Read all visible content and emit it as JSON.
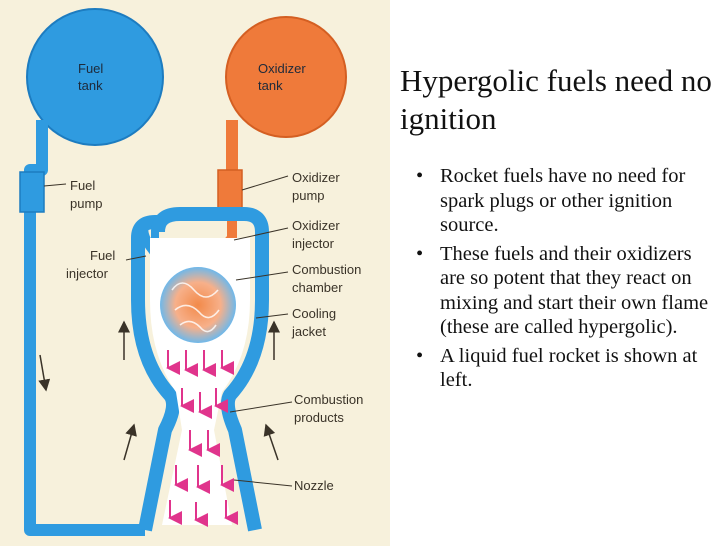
{
  "slide": {
    "title": "Hypergolic fuels need no ignition",
    "bullets": [
      "Rocket fuels have no need for spark plugs or other ignition source.",
      "These fuels and their oxidizers are so potent that they react on mixing and start their own flame (these are called hypergolic).",
      "A liquid fuel rocket is shown at left."
    ]
  },
  "diagram": {
    "fuel_tank": [
      "Fuel",
      "tank"
    ],
    "oxidizer_tank": [
      "Oxidizer",
      "tank"
    ],
    "fuel_pump": [
      "Fuel",
      "pump"
    ],
    "fuel_injector": [
      "Fuel",
      "injector"
    ],
    "oxidizer_pump": [
      "Oxidizer",
      "pump"
    ],
    "oxidizer_injector": [
      "Oxidizer",
      "injector"
    ],
    "combustion_chamber": [
      "Combustion",
      "chamber"
    ],
    "cooling_jacket": [
      "Cooling",
      "jacket"
    ],
    "combustion_products": [
      "Combustion",
      "products"
    ],
    "nozzle": "Nozzle"
  },
  "colors": {
    "fuel": "#2f9be0",
    "oxidizer": "#ef7a3a",
    "background": "#f7f1dc",
    "exhaust_arrows": "#e0348c"
  }
}
